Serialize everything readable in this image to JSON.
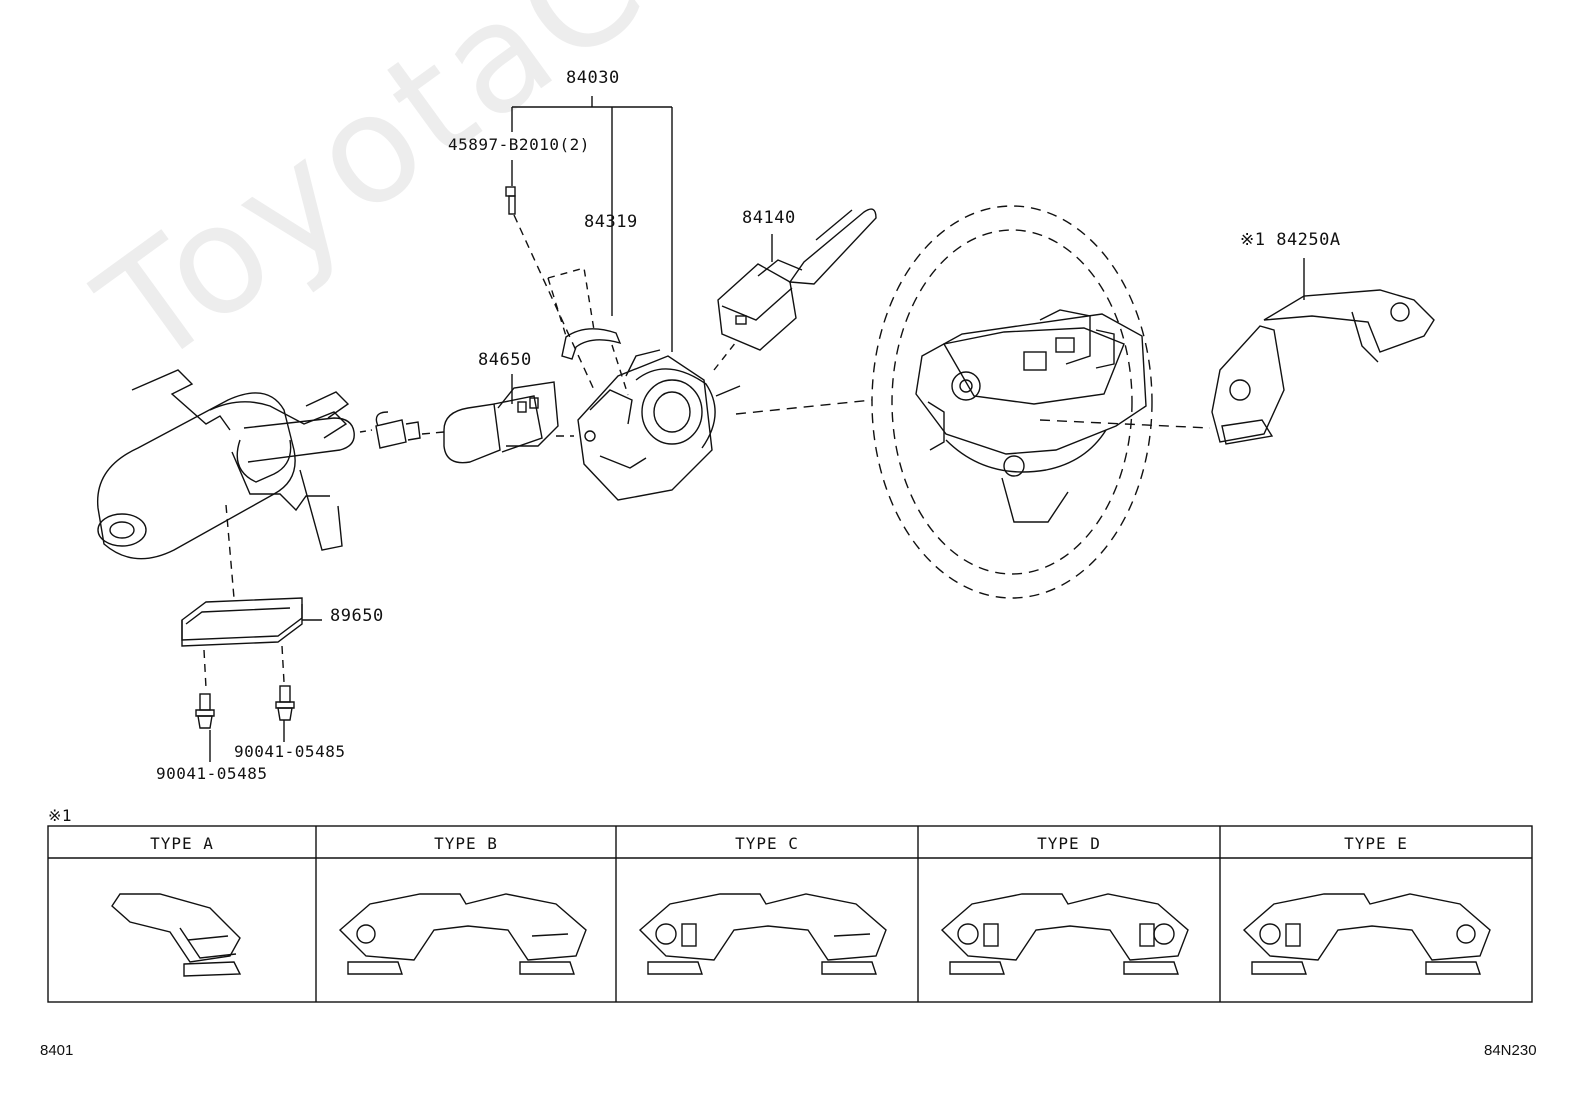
{
  "watermark": "ToyotaCarParts.ru",
  "parts": {
    "p84030": "84030",
    "p45897": "45897-B2010(2)",
    "p84319": "84319",
    "p84140": "84140",
    "p84250a": "※1 84250A",
    "p84650": "84650",
    "p89650": "89650",
    "p90041a": "90041-05485",
    "p90041b": "90041-05485"
  },
  "legend": {
    "note": "※1",
    "types": [
      "TYPE A",
      "TYPE B",
      "TYPE C",
      "TYPE D",
      "TYPE E"
    ]
  },
  "footer": {
    "left": "8401",
    "right": "84N230"
  }
}
